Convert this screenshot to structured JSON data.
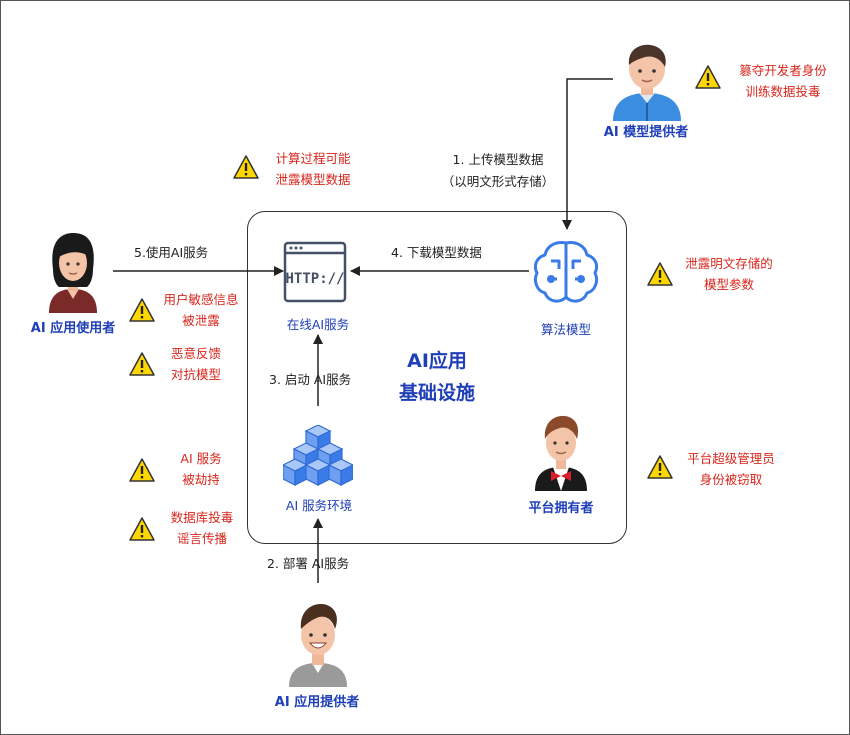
{
  "title": "AI应用 基础设施",
  "infra_lines": [
    "AI应用",
    "基础设施"
  ],
  "actors": {
    "model_provider": "AI 模型提供者",
    "app_user": "AI 应用使用者",
    "app_provider": "AI 应用提供者",
    "platform_owner": "平台拥有者"
  },
  "components": {
    "online_service": "在线AI服务",
    "algorithm_model": "算法模型",
    "service_env": "AI 服务环境",
    "http_icon_text": "HTTP://"
  },
  "flows": {
    "upload_line1": "1. 上传模型数据",
    "upload_line2": "（以明文形式存储）",
    "deploy": "2. 部署  AI服务",
    "start": "3. 启动  AI服务",
    "download": "4. 下载模型数据",
    "use": "5.使用AI服务"
  },
  "risks": {
    "compute_leak": [
      "计算过程可能",
      "泄露模型数据"
    ],
    "dev_identity": [
      "篡夺开发者身份",
      "训练数据投毒"
    ],
    "plaintext_params": [
      "泄露明文存储的",
      "模型参数"
    ],
    "user_info": [
      "用户敏感信息",
      "被泄露"
    ],
    "malicious_feedback": [
      "恶意反馈",
      "对抗模型"
    ],
    "service_hijack": [
      "AI 服务",
      "被劫持"
    ],
    "db_poison": [
      "数据库投毒",
      "谣言传播"
    ],
    "admin_theft": [
      "平台超级管理员",
      "身份被窃取"
    ]
  },
  "colors": {
    "role_blue": "#1f3fb8",
    "risk_red": "#d9261c",
    "icon_blue": "#3b7be8",
    "warn_yellow": "#ffd700"
  }
}
